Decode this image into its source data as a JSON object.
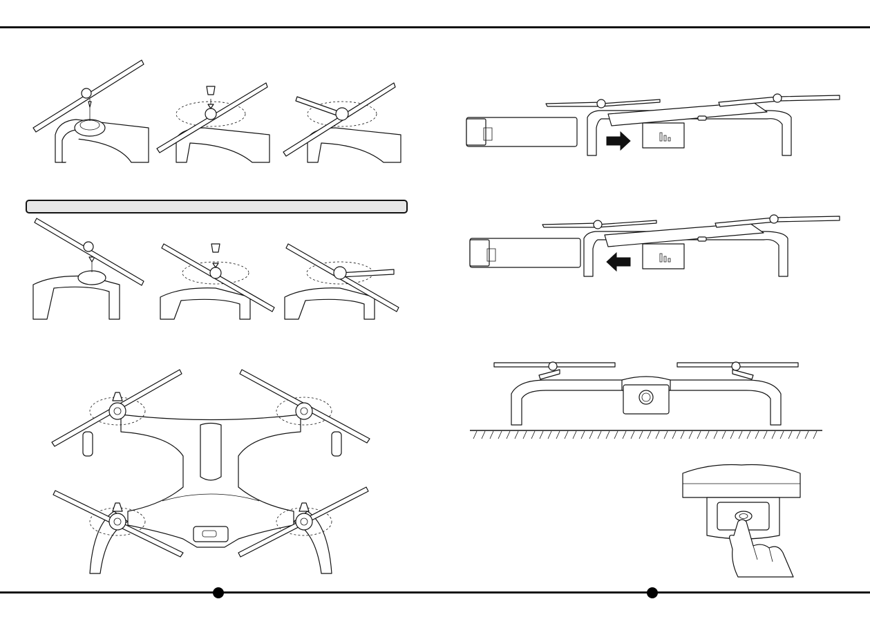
{
  "page": {
    "banner_text": ""
  },
  "illustrations": {
    "step_cw": [
      "propeller-over-motor",
      "cap-over-propeller",
      "propeller-fastened"
    ],
    "step_ccw": [
      "propeller-over-motor",
      "cap-over-propeller",
      "propeller-fastened"
    ],
    "battery_insert_arrow": "right",
    "battery_remove_arrow": "left"
  }
}
